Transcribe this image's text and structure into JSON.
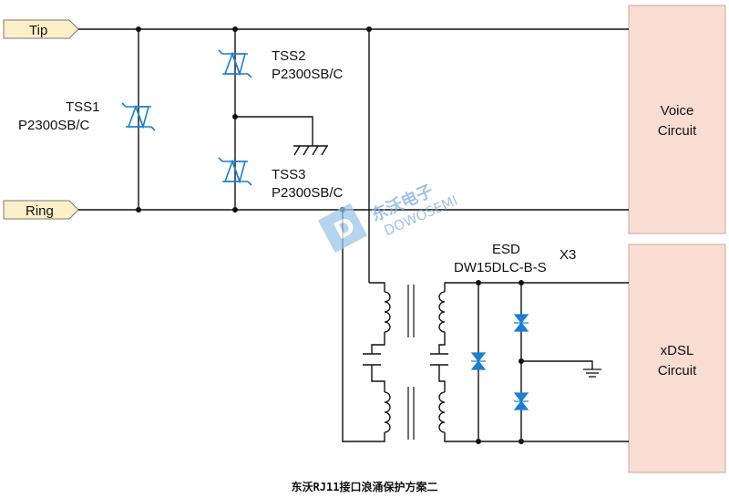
{
  "ports": {
    "tip": "Tip",
    "ring": "Ring"
  },
  "components": {
    "tss1": {
      "name": "TSS1",
      "part": "P2300SB/C"
    },
    "tss2": {
      "name": "TSS2",
      "part": "P2300SB/C"
    },
    "tss3": {
      "name": "TSS3",
      "part": "P2300SB/C"
    },
    "esd": {
      "name": "ESD",
      "part": "DW15DLC-B-S",
      "qty": "X3"
    }
  },
  "blocks": {
    "voice": {
      "line1": "Voice",
      "line2": "Circuit"
    },
    "xdsl": {
      "line1": "xDSL",
      "line2": "Circuit"
    }
  },
  "watermark": {
    "cn": "东沃电子",
    "en": "DOWOSEMI"
  },
  "caption": "东沃RJ11接口浪涌保护方案二",
  "colors": {
    "wire": "#111111",
    "tvs": "#1a7fd0",
    "block_fill": "#f9ddd2",
    "port_fill": "#fdf0c8"
  }
}
